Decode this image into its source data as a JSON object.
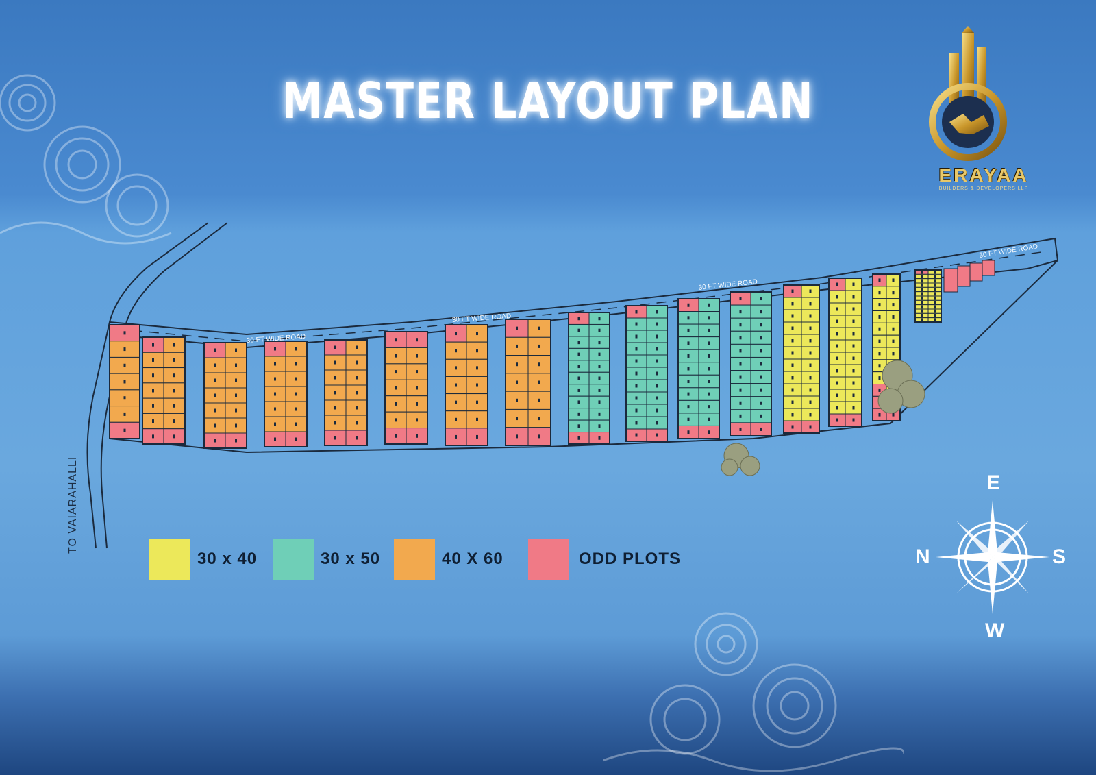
{
  "title": "MASTER LAYOUT PLAN",
  "brand": {
    "name": "ERAYAA",
    "tagline": "BUILDERS & DEVELOPERS LLP"
  },
  "roads": {
    "main_road_label_1": "30 FT WIDE ROAD",
    "main_road_label_2": "30 FT WIDE ROAD",
    "main_road_label_3": "30 FT WIDE ROAD",
    "main_road_label_4": "30 FT WIDE ROAD",
    "side_road": "TO VAIARAHALLI"
  },
  "legend": [
    {
      "label": "30 x 40",
      "color": "#ece85a"
    },
    {
      "label": "30 x 50",
      "color": "#6fcfb7"
    },
    {
      "label": "40 X 60",
      "color": "#f2a94e"
    },
    {
      "label": "ODD PLOTS",
      "color": "#f07a86"
    }
  ],
  "compass": {
    "east": "E",
    "west": "W",
    "north": "N",
    "south": "S"
  },
  "colors": {
    "yellow": "#ece85a",
    "teal": "#6fcfb7",
    "orange": "#f2a94e",
    "pink": "#f07a86",
    "line": "#1b2a3d"
  },
  "blocks": [
    {
      "type": "orange",
      "top_odd": 1,
      "bottom_odd": 1
    },
    {
      "type": "orange",
      "top_odd": 1,
      "bottom_odd": 1
    },
    {
      "type": "orange",
      "top_odd": 1,
      "bottom_odd": 1
    },
    {
      "type": "orange",
      "top_odd": 1,
      "bottom_odd": 1
    },
    {
      "type": "orange",
      "top_odd": 1,
      "bottom_odd": 1
    },
    {
      "type": "orange",
      "top_odd": 2,
      "bottom_odd": 1
    },
    {
      "type": "orange",
      "top_odd": 1,
      "bottom_odd": 1
    },
    {
      "type": "orange",
      "top_odd": 1,
      "bottom_odd": 1
    },
    {
      "type": "teal",
      "top_odd": 1,
      "bottom_odd": 1
    },
    {
      "type": "teal",
      "top_odd": 1,
      "bottom_odd": 1
    },
    {
      "type": "teal",
      "top_odd": 1,
      "bottom_odd": 1
    },
    {
      "type": "teal",
      "top_odd": 1,
      "bottom_odd": 1
    },
    {
      "type": "yellow",
      "top_odd": 1,
      "bottom_odd": 1
    },
    {
      "type": "yellow",
      "top_odd": 1,
      "bottom_odd": 1
    },
    {
      "type": "yellow",
      "top_odd": 1,
      "bottom_odd": 3
    },
    {
      "type": "yellow",
      "top_odd": 1,
      "bottom_odd": 0
    }
  ]
}
